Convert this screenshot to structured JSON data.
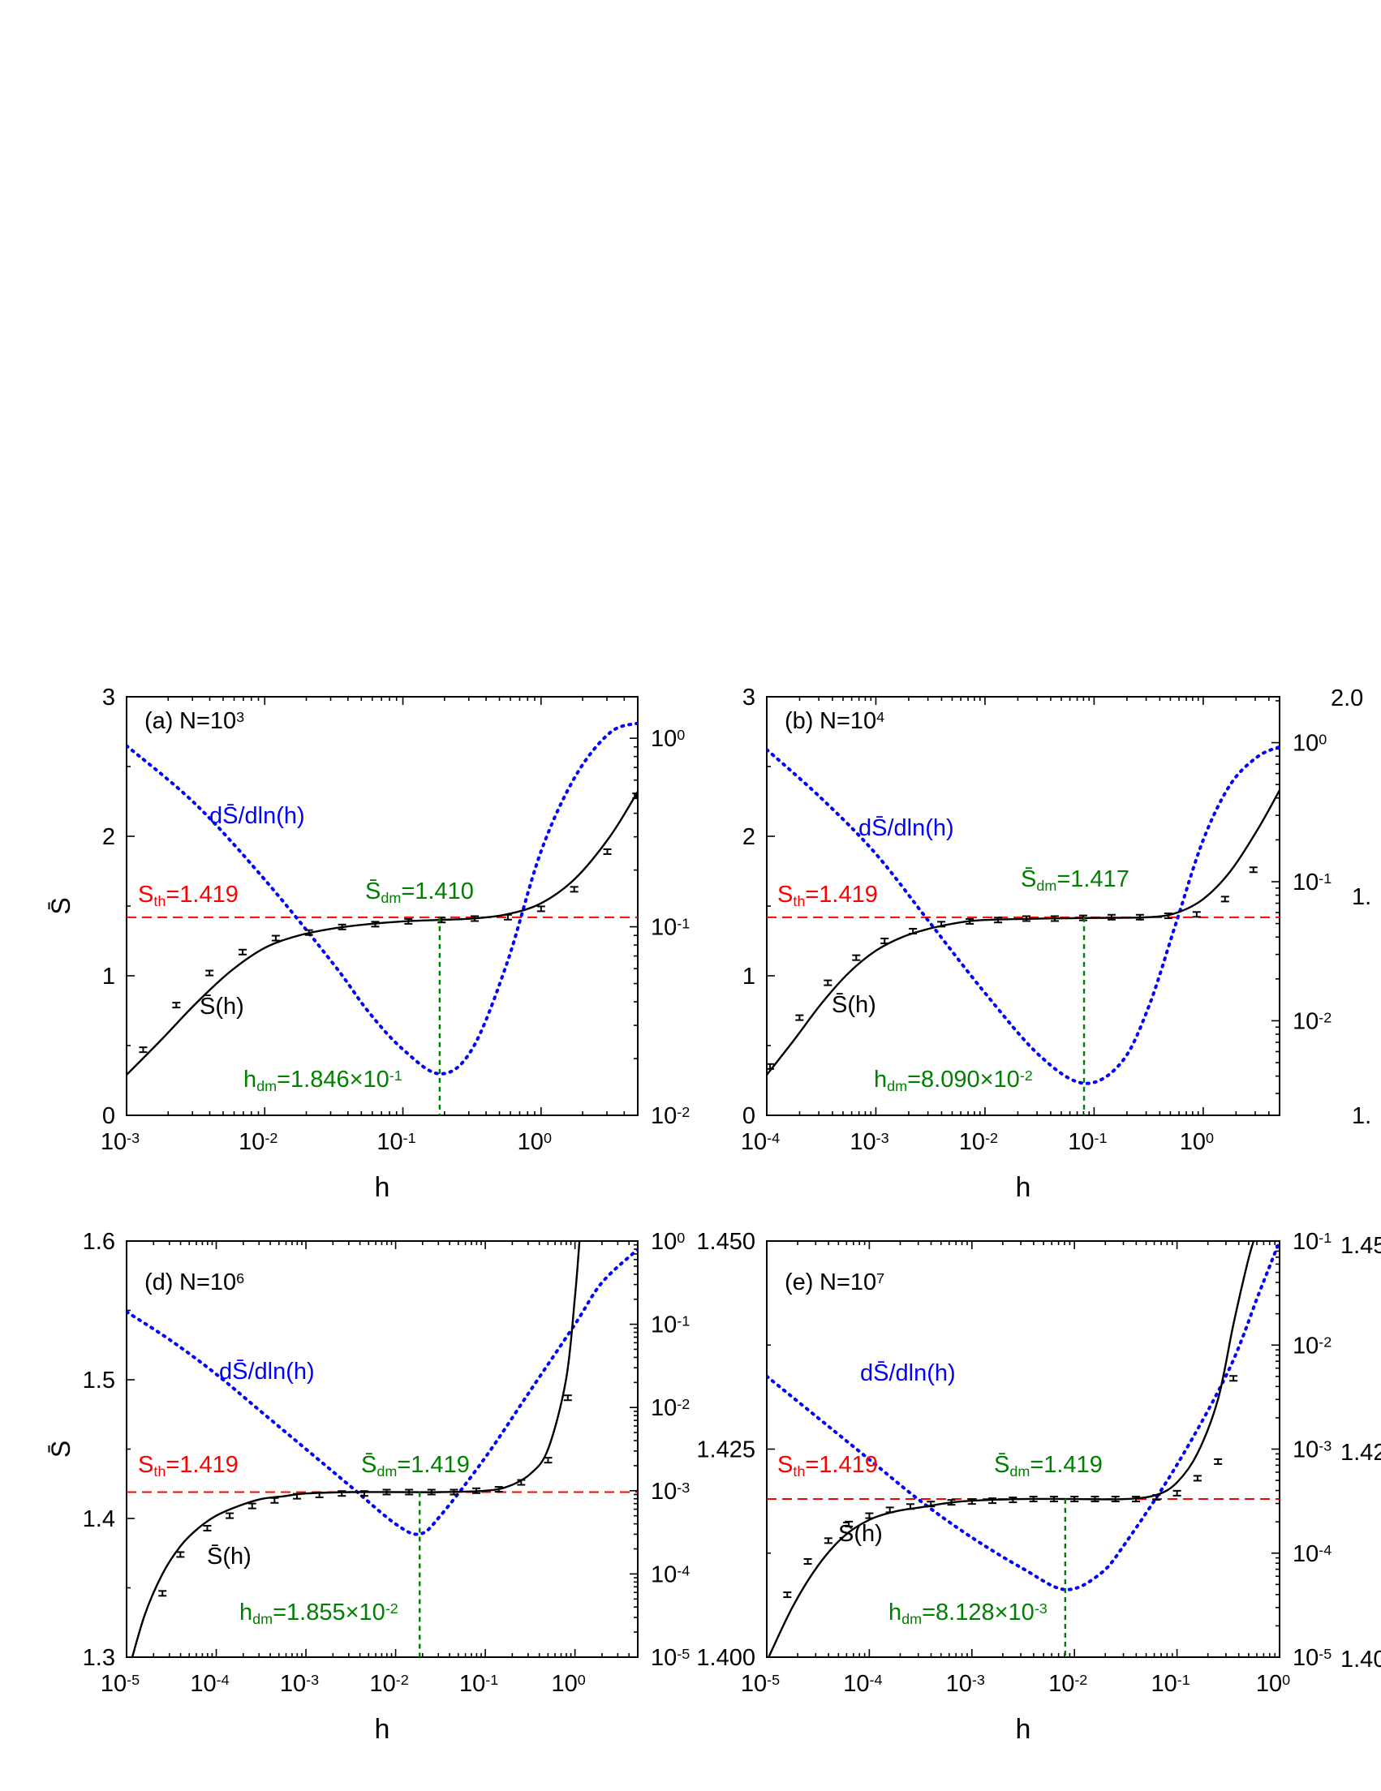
{
  "chart_data": [
    {
      "type": "line",
      "panel_label": "(a)",
      "N_label": "N=10",
      "N_exp": "3",
      "xscale": "log",
      "xlim_exp": [
        -3,
        0.7
      ],
      "xticks_exp": [
        -3,
        -2,
        -1,
        0
      ],
      "xlabel": "h",
      "ylabel": "S̄",
      "ylim": [
        0,
        3
      ],
      "yticks": [
        "0",
        "1",
        "2",
        "3"
      ],
      "y2scale": "log",
      "y2lim_exp": [
        -2,
        0.22
      ],
      "y2ticks_exp": [
        -2,
        -1,
        0
      ],
      "S_th": 1.419,
      "S_th_label": "S",
      "S_th_sub": "th",
      "S_th_value": "=1.419",
      "S_dm_label": "S̄",
      "S_dm_sub": "dm",
      "S_dm_value": "=1.410",
      "h_dm": 0.1846,
      "h_dm_label": "h",
      "h_dm_sub": "dm",
      "h_dm_value": "=1.846×10",
      "h_dm_exp": "-1",
      "deriv_label": "dS̄/dln(h)",
      "curve_label": "S̄(h)",
      "legend_position": "none",
      "grid": false,
      "series": [
        {
          "role": "S(h)",
          "color": "#000000",
          "style": "solid",
          "x_log10": [
            -3,
            -2.75,
            -2.5,
            -2.25,
            -2,
            -1.75,
            -1.5,
            -1.25,
            -1,
            -0.75,
            -0.5,
            -0.25,
            0,
            0.25,
            0.5,
            0.7
          ],
          "y": [
            0.29,
            0.54,
            0.8,
            1.03,
            1.2,
            1.29,
            1.34,
            1.37,
            1.39,
            1.4,
            1.41,
            1.44,
            1.52,
            1.7,
            2.0,
            2.32
          ]
        },
        {
          "role": "dS/dln(h)",
          "color": "#0000ff",
          "style": "dotted",
          "x_log10": [
            -3,
            -2.5,
            -2,
            -1.5,
            -1.25,
            -1,
            -0.73,
            -0.5,
            -0.25,
            0,
            0.25,
            0.5,
            0.7
          ],
          "y_log10": [
            -0.04,
            -0.35,
            -0.75,
            -1.2,
            -1.45,
            -1.65,
            -1.78,
            -1.65,
            -1.2,
            -0.6,
            -0.2,
            0.03,
            0.08
          ]
        },
        {
          "role": "error_bar_points",
          "x_log10": [
            -2.88,
            -2.64,
            -2.4,
            -2.16,
            -1.92,
            -1.68,
            -1.44,
            -1.2,
            -0.96,
            -0.72,
            -0.48,
            -0.24,
            0.0,
            0.24,
            0.48,
            0.69
          ],
          "y": [
            0.47,
            0.79,
            1.02,
            1.17,
            1.27,
            1.31,
            1.35,
            1.37,
            1.39,
            1.4,
            1.41,
            1.42,
            1.48,
            1.62,
            1.89,
            2.29
          ]
        }
      ]
    },
    {
      "type": "line",
      "panel_label": "(b)",
      "N_label": "N=10",
      "N_exp": "4",
      "xscale": "log",
      "xlim_exp": [
        -4,
        0.7
      ],
      "xticks_exp": [
        -4,
        -3,
        -2,
        -1,
        0
      ],
      "xlabel": "h",
      "ylim": [
        0,
        3
      ],
      "yticks": [
        "0",
        "1",
        "2",
        "3"
      ],
      "y2scale": "log",
      "y2lim_exp": [
        -2.68,
        0.33
      ],
      "y2ticks_exp": [
        -2,
        -1,
        0
      ],
      "S_th_label": "S",
      "S_th_sub": "th",
      "S_th_value": "=1.419",
      "S_dm_label": "S̄",
      "S_dm_sub": "dm",
      "S_dm_value": "=1.417",
      "h_dm": 0.0809,
      "h_dm_label": "h",
      "h_dm_sub": "dm",
      "h_dm_value": "=8.090×10",
      "h_dm_exp": "-2",
      "deriv_label": "dS̄/dln(h)",
      "curve_label": "S̄(h)",
      "series": [
        {
          "role": "S(h)",
          "color": "#000000",
          "style": "solid",
          "x_log10": [
            -4,
            -3.75,
            -3.5,
            -3.25,
            -3,
            -2.75,
            -2.5,
            -2.25,
            -2,
            -1.5,
            -1,
            -0.5,
            -0.25,
            0,
            0.25,
            0.5,
            0.7
          ],
          "y": [
            0.29,
            0.54,
            0.8,
            1.02,
            1.18,
            1.28,
            1.34,
            1.38,
            1.4,
            1.41,
            1.415,
            1.42,
            1.45,
            1.55,
            1.75,
            2.05,
            2.33
          ]
        },
        {
          "role": "dS/dln(h)",
          "color": "#0000ff",
          "style": "dotted",
          "x_log10": [
            -4,
            -3.5,
            -3,
            -2.5,
            -2,
            -1.5,
            -1.09,
            -0.75,
            -0.5,
            -0.25,
            0,
            0.25,
            0.5,
            0.7
          ],
          "y_log10": [
            -0.05,
            -0.4,
            -0.8,
            -1.3,
            -1.8,
            -2.25,
            -2.45,
            -2.3,
            -1.9,
            -1.3,
            -0.7,
            -0.3,
            -0.1,
            -0.03
          ]
        },
        {
          "role": "error_bar_points",
          "x_log10": [
            -3.97,
            -3.7,
            -3.44,
            -3.18,
            -2.92,
            -2.66,
            -2.4,
            -2.14,
            -1.88,
            -1.62,
            -1.36,
            -1.1,
            -0.84,
            -0.58,
            -0.32,
            -0.06,
            0.2,
            0.46
          ],
          "y": [
            0.35,
            0.7,
            0.95,
            1.13,
            1.25,
            1.32,
            1.37,
            1.39,
            1.4,
            1.41,
            1.41,
            1.415,
            1.42,
            1.42,
            1.43,
            1.44,
            1.55,
            1.76
          ]
        }
      ]
    },
    {
      "type": "line",
      "panel_label": "(d)",
      "N_label": "N=10",
      "N_exp": "6",
      "xscale": "log",
      "xlim_exp": [
        -5,
        0.7
      ],
      "xticks_exp": [
        -5,
        -4,
        -3,
        -2,
        -1,
        0
      ],
      "xlabel": "h",
      "ylabel": "S̄",
      "ylim": [
        1.3,
        1.6
      ],
      "yticks": [
        "1.3",
        "1.4",
        "1.5",
        "1.6"
      ],
      "y2scale": "log",
      "y2lim_exp": [
        -5,
        0
      ],
      "y2ticks_exp": [
        -5,
        -4,
        -3,
        -2,
        -1,
        0
      ],
      "S_th_label": "S",
      "S_th_sub": "th",
      "S_th_value": "=1.419",
      "S_dm_label": "S̄",
      "S_dm_sub": "dm",
      "S_dm_value": "=1.419",
      "h_dm": 0.01855,
      "h_dm_label": "h",
      "h_dm_sub": "dm",
      "h_dm_value": "=1.855×10",
      "h_dm_exp": "-2",
      "deriv_label": "dS̄/dln(h)",
      "curve_label": "S̄(h)",
      "series": [
        {
          "role": "S(h)",
          "color": "#000000",
          "style": "solid",
          "x_log10": [
            -5,
            -4.8,
            -4.6,
            -4.4,
            -4.2,
            -4,
            -3.75,
            -3.5,
            -3.25,
            -3,
            -2.5,
            -2,
            -1.5,
            -1,
            -0.75,
            -0.5,
            -0.3,
            -0.1,
            0.0,
            0.05
          ],
          "y": [
            1.285,
            1.33,
            1.36,
            1.38,
            1.393,
            1.402,
            1.409,
            1.414,
            1.416,
            1.418,
            1.419,
            1.419,
            1.419,
            1.42,
            1.423,
            1.432,
            1.45,
            1.5,
            1.56,
            1.6
          ]
        },
        {
          "role": "dS/dln(h)",
          "color": "#0000ff",
          "style": "dotted",
          "x_log10": [
            -5,
            -4.5,
            -4,
            -3.5,
            -3,
            -2.5,
            -2,
            -1.73,
            -1.5,
            -1.0,
            -0.5,
            0,
            0.3,
            0.7
          ],
          "y_log10": [
            -0.85,
            -1.2,
            -1.6,
            -2.05,
            -2.5,
            -2.95,
            -3.4,
            -3.52,
            -3.3,
            -2.6,
            -1.8,
            -1.0,
            -0.5,
            -0.1
          ]
        },
        {
          "role": "error_bar_points",
          "x_log10": [
            -4.6,
            -4.4,
            -4.1,
            -3.85,
            -3.6,
            -3.35,
            -3.1,
            -2.85,
            -2.6,
            -2.35,
            -2.1,
            -1.85,
            -1.6,
            -1.35,
            -1.1,
            -0.85,
            -0.6,
            -0.3,
            -0.08
          ],
          "y": [
            1.346,
            1.374,
            1.393,
            1.402,
            1.409,
            1.413,
            1.416,
            1.417,
            1.418,
            1.418,
            1.419,
            1.419,
            1.419,
            1.419,
            1.42,
            1.421,
            1.426,
            1.442,
            1.487
          ]
        }
      ]
    },
    {
      "type": "line",
      "panel_label": "(e)",
      "N_label": "N=10",
      "N_exp": "7",
      "xscale": "log",
      "xlim_exp": [
        -5,
        0
      ],
      "xticks_exp": [
        -5,
        -4,
        -3,
        -2,
        -1,
        0
      ],
      "xlabel": "h",
      "ylim": [
        1.4,
        1.45
      ],
      "yticks": [
        "1.400",
        "1.425",
        "1.450"
      ],
      "y2scale": "log",
      "y2lim_exp": [
        -5,
        -1
      ],
      "y2ticks_exp": [
        -5,
        -4,
        -3,
        -2,
        -1
      ],
      "S_th_label": "S",
      "S_th_sub": "th",
      "S_th_value": "=1.419",
      "S_dm_label": "S̄",
      "S_dm_sub": "dm",
      "S_dm_value": "=1.419",
      "h_dm": 0.008128,
      "h_dm_label": "h",
      "h_dm_sub": "dm",
      "h_dm_value": "=8.128×10",
      "h_dm_exp": "-3",
      "deriv_label": "dS̄/dln(h)",
      "curve_label": "S̄(h)",
      "series": [
        {
          "role": "S(h)",
          "color": "#000000",
          "style": "solid",
          "x_log10": [
            -5,
            -4.75,
            -4.5,
            -4.25,
            -4,
            -3.75,
            -3.5,
            -3.25,
            -3,
            -2.5,
            -2,
            -1.5,
            -1.2,
            -1,
            -0.8,
            -0.6,
            -0.45,
            -0.3,
            -0.2
          ],
          "y": [
            1.3995,
            1.406,
            1.411,
            1.4145,
            1.4165,
            1.4175,
            1.418,
            1.4185,
            1.4188,
            1.419,
            1.419,
            1.419,
            1.4195,
            1.421,
            1.4245,
            1.431,
            1.44,
            1.448,
            1.452
          ]
        },
        {
          "role": "dS/dln(h)",
          "color": "#0000ff",
          "style": "dotted",
          "x_log10": [
            -5,
            -4.5,
            -4,
            -3.5,
            -3,
            -2.5,
            -2.09,
            -1.75,
            -1.5,
            -1,
            -0.5,
            -0.2,
            0
          ],
          "y_log10": [
            -2.3,
            -2.7,
            -3.1,
            -3.5,
            -3.85,
            -4.15,
            -4.35,
            -4.2,
            -3.9,
            -3.15,
            -2.25,
            -1.5,
            -1.0
          ]
        },
        {
          "role": "error_bar_points",
          "x_log10": [
            -4.8,
            -4.6,
            -4.4,
            -4.2,
            -4.0,
            -3.8,
            -3.6,
            -3.4,
            -3.2,
            -3.0,
            -2.8,
            -2.6,
            -2.4,
            -2.2,
            -2.0,
            -1.8,
            -1.6,
            -1.4,
            -1.2,
            -1.0,
            -0.8,
            -0.6,
            -0.45
          ],
          "y": [
            1.4075,
            1.4115,
            1.414,
            1.416,
            1.417,
            1.4177,
            1.4181,
            1.4184,
            1.4186,
            1.4187,
            1.4188,
            1.4189,
            1.419,
            1.419,
            1.419,
            1.419,
            1.419,
            1.419,
            1.4192,
            1.4197,
            1.4215,
            1.4235,
            1.4335
          ]
        }
      ]
    }
  ],
  "cutoff_labels": [
    "2.0",
    "1.",
    "1.",
    "1.45",
    "1.42",
    "1.40"
  ]
}
